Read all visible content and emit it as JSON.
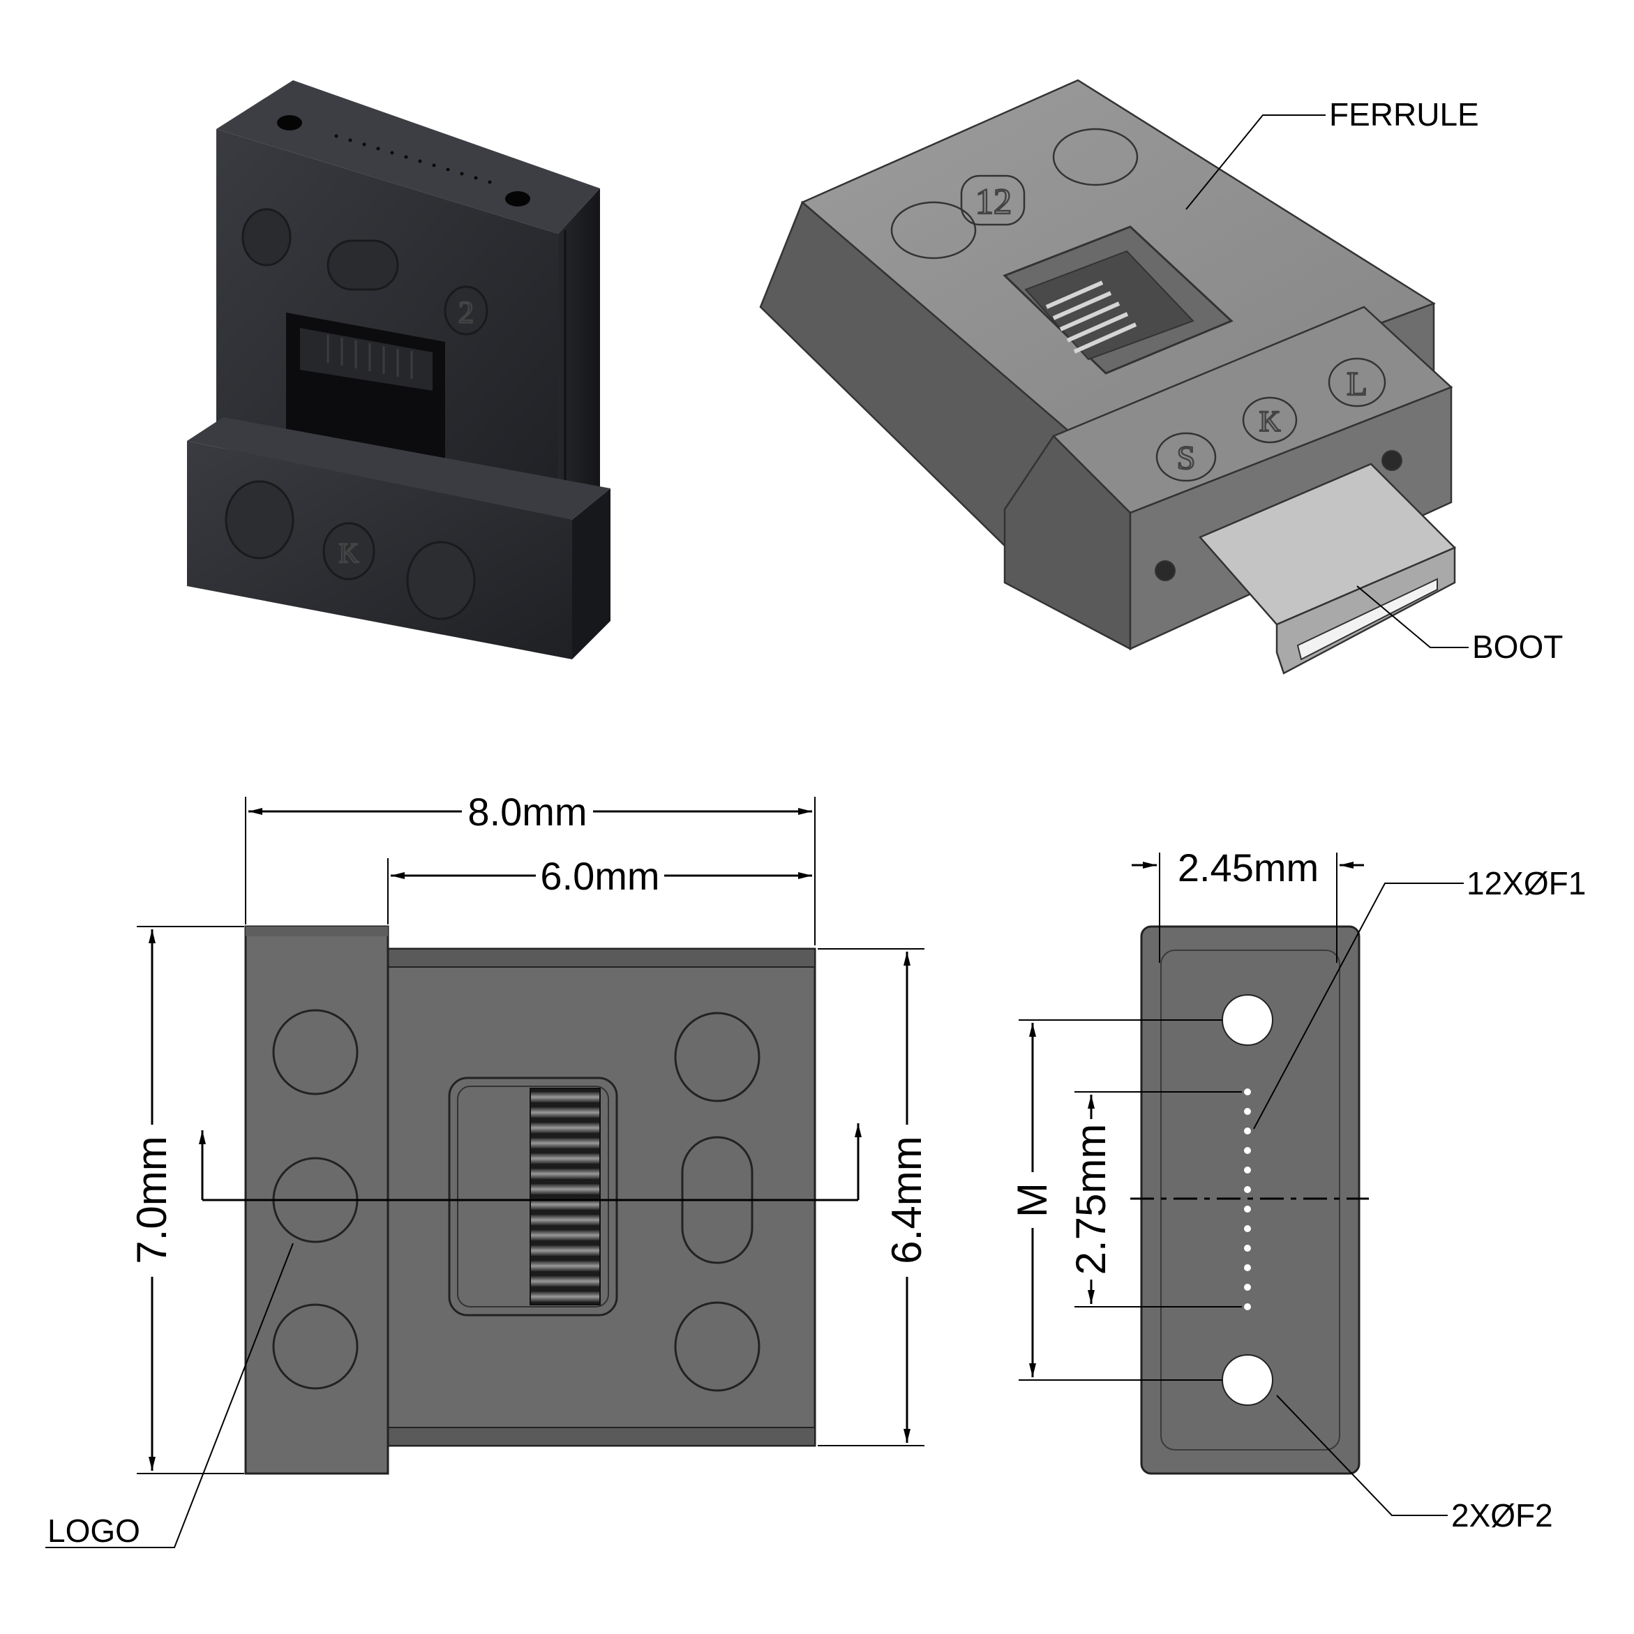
{
  "iso_view": {
    "callouts": {
      "ferrule": "FERRULE",
      "boot": "BOOT"
    },
    "stamps": [
      "12",
      "S",
      "K",
      "L"
    ]
  },
  "photo_view": {
    "stamps": [
      "2",
      "K"
    ]
  },
  "front_view": {
    "dim_overall_width": "8.0mm",
    "dim_ferrule_width": "6.0mm",
    "dim_overall_height": "7.0mm",
    "dim_ferrule_height": "6.4mm",
    "callout_logo": "LOGO"
  },
  "end_view": {
    "dim_width": "2.45mm",
    "dim_fiber_pitch_span": "2.75mm",
    "dim_pin_spacing": "M",
    "callout_fibers": "12XØF1",
    "callout_pins": "2XØF2",
    "fiber_count": 12,
    "pin_count": 2
  },
  "colors": {
    "body_dark": "#2e2f33",
    "body_grey": "#6b6b6b",
    "iso_grey": "#8a8a8a",
    "boot_light": "#c4c4c4"
  }
}
